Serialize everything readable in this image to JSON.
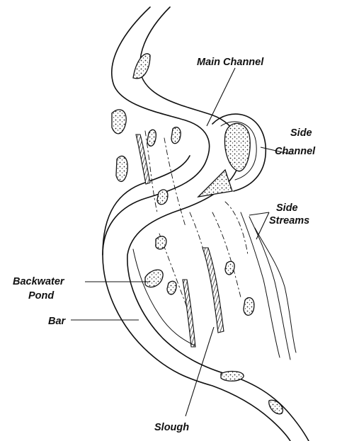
{
  "labels": {
    "main_channel": "Main Channel",
    "side_channel_1": "Side",
    "side_channel_2": "Channel",
    "side_streams_1": "Side",
    "side_streams_2": "Streams",
    "backwater_pond_1": "Backwater",
    "backwater_pond_2": "Pond",
    "bar": "Bar",
    "slough": "Slough"
  }
}
